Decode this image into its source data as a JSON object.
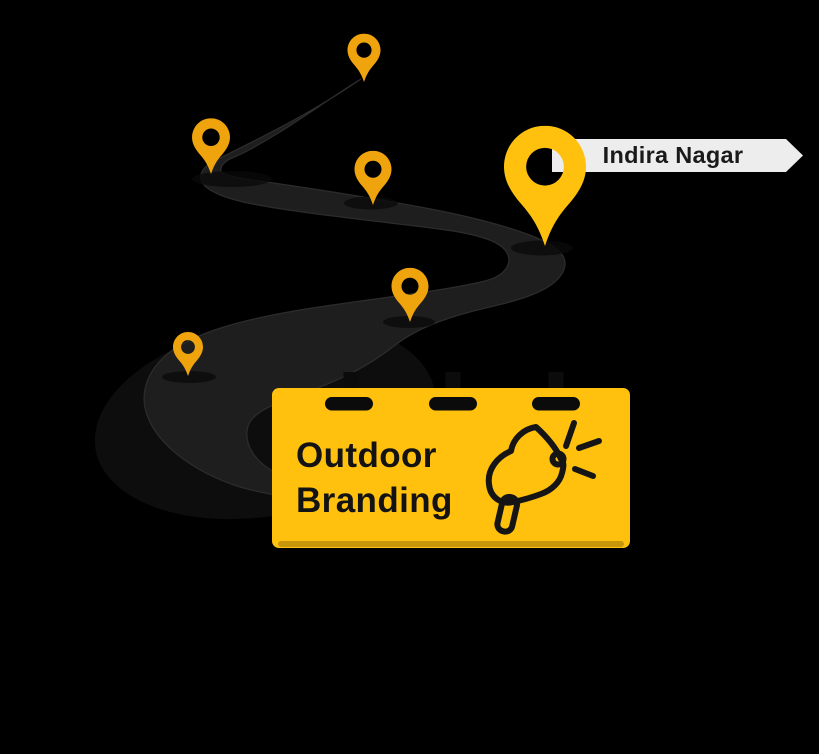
{
  "scene": {
    "background_color": "#000000",
    "road_color": "#1E1E1E",
    "road_edge_color": "#2C2C2C",
    "ground_shadow_color": "#0D0D0D",
    "pin_shadow_color": "#0A0A0A"
  },
  "location_banner": {
    "label": "Indira Nagar",
    "background_color": "#EDEDED",
    "text_color": "#1A1A1A"
  },
  "pins": {
    "icon": "map-pin-icon",
    "count": 6,
    "small_color": "#EFA30D",
    "large_color": "#FFC10D"
  },
  "billboard": {
    "line1": "Outdoor",
    "line2": "Branding",
    "background_color": "#FFC10D",
    "text_color": "#131313",
    "icon": "megaphone-icon",
    "icon_color": "#151515",
    "hanger_color": "#0B0B0B"
  }
}
